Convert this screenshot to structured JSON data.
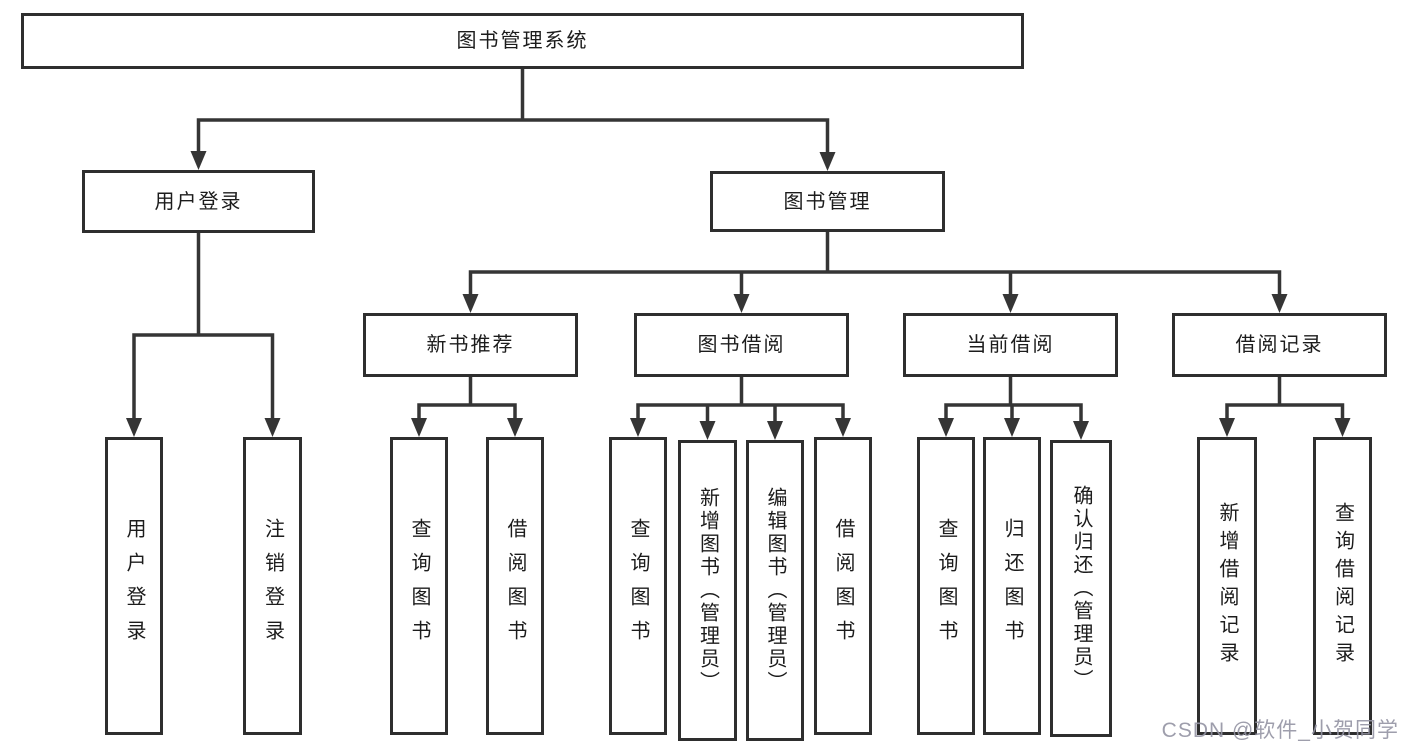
{
  "diagram": {
    "root_label": "图书管理系统",
    "branches": {
      "user_login": {
        "label": "用户登录",
        "children": [
          "用户登录",
          "注销登录"
        ]
      },
      "book_management": {
        "label": "图书管理",
        "groups": [
          {
            "label": "新书推荐",
            "children": [
              "查询图书",
              "借阅图书"
            ]
          },
          {
            "label": "图书借阅",
            "children": [
              "查询图书",
              "新增图书（管理员）",
              "编辑图书（管理员）",
              "借阅图书"
            ]
          },
          {
            "label": "当前借阅",
            "children": [
              "查询图书",
              "归还图书",
              "确认归还（管理员）"
            ]
          },
          {
            "label": "借阅记录",
            "children": [
              "新增借阅记录",
              "查询借阅记录"
            ]
          }
        ]
      }
    },
    "line_color": "#353535"
  },
  "watermark": {
    "text": "CSDN @软件_小贺同学"
  }
}
